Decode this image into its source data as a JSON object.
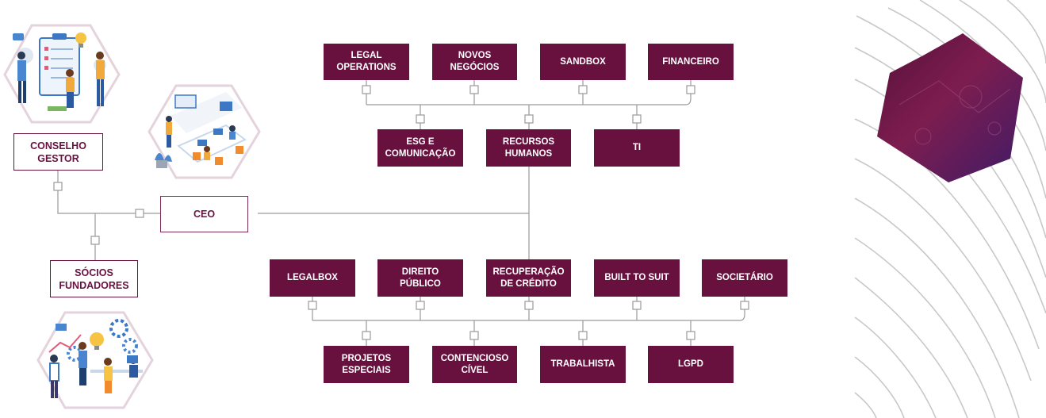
{
  "colors": {
    "brand": "#68113f",
    "connector": "#9a9a9a",
    "hex_outline": "#e4d3dc"
  },
  "left_column": {
    "conselho_gestor": "CONSELHO\nGESTOR",
    "ceo": "CEO",
    "socios_fundadores": "SÓCIOS\nFUNDADORES"
  },
  "top_row": [
    {
      "label": "LEGAL\nOPERATIONS"
    },
    {
      "label": "NOVOS\nNEGÓCIOS"
    },
    {
      "label": "SANDBOX"
    },
    {
      "label": "FINANCEIRO"
    }
  ],
  "second_row": [
    {
      "label": "ESG E\nCOMUNICAÇÃO"
    },
    {
      "label": "RECURSOS\nHUMANOS"
    },
    {
      "label": "TI"
    }
  ],
  "third_row": [
    {
      "label": "LEGALBOX"
    },
    {
      "label": "DIREITO\nPÚBLICO"
    },
    {
      "label": "RECUPERAÇÃO\nDE CRÉDITO"
    },
    {
      "label": "BUILT TO SUIT"
    },
    {
      "label": "SOCIETÁRIO"
    }
  ],
  "bottom_row": [
    {
      "label": "PROJETOS\nESPECIAIS"
    },
    {
      "label": "CONTENCIOSO\nCÍVEL"
    },
    {
      "label": "TRABALHISTA"
    },
    {
      "label": "LGPD"
    }
  ],
  "illustrations": [
    "team-planning-illustration",
    "office-meeting-illustration",
    "gears-teamwork-illustration"
  ],
  "decoration": {
    "hexagon": "purple-abstract-hexagon-image",
    "background": "contour-lines-pattern"
  }
}
